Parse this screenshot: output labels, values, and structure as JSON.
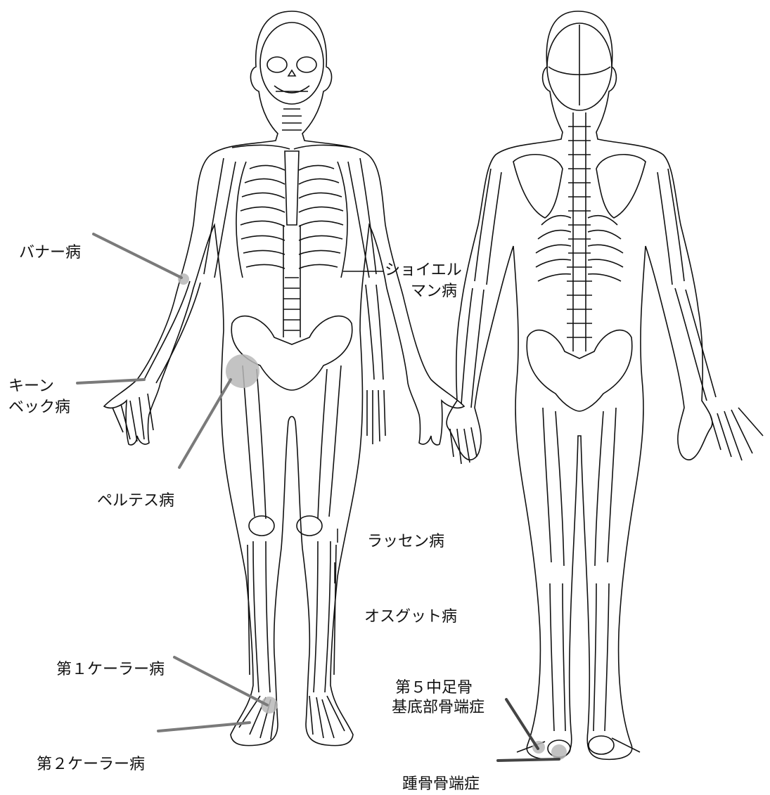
{
  "labels": {
    "panner": "バナー病",
    "kienbock_line1": "キーン",
    "kienbock_line2": "ベック病",
    "perthes": "ペルテス病",
    "scheuermann_line1": "ショイエル",
    "scheuermann_line2": "マン病",
    "larsen": "ラッセン病",
    "osgood": "オスグット病",
    "kohler1": "第１ケーラー病",
    "kohler2": "第２ケーラー病",
    "iselin_line1": "第５中足骨",
    "iselin_line2": "基底部骨端症",
    "sever": "踵骨骨端症"
  },
  "colors": {
    "outline": "#111111",
    "pointer": "#7a7a7a",
    "highlight": "#b8b8b8"
  }
}
